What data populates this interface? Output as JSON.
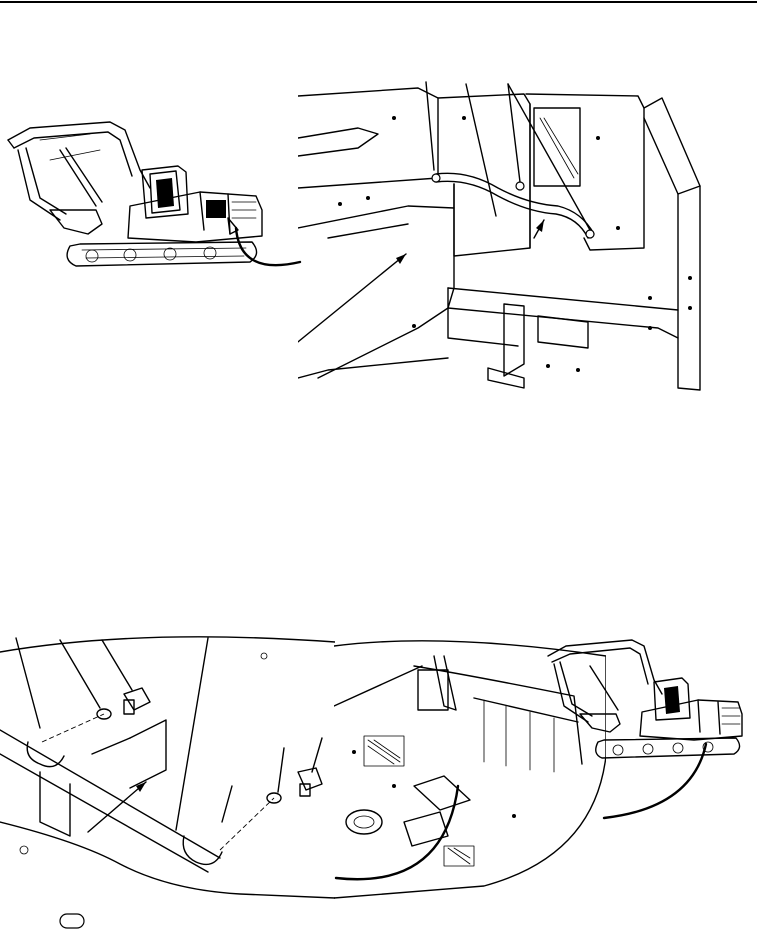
{
  "page": {
    "figures": [
      {
        "id": "excavator-overview-top",
        "icon": "excavator-icon"
      },
      {
        "id": "cab-floor-detail",
        "icon": "tube-routing-icon"
      },
      {
        "id": "tube-clamp-detail",
        "icon": "clamp-bolt-icon"
      },
      {
        "id": "undercarriage-detail",
        "icon": "access-panel-icon"
      },
      {
        "id": "excavator-overview-bottom",
        "icon": "excavator-icon"
      }
    ],
    "colors": {
      "ink": "#000000",
      "paper": "#ffffff"
    }
  }
}
